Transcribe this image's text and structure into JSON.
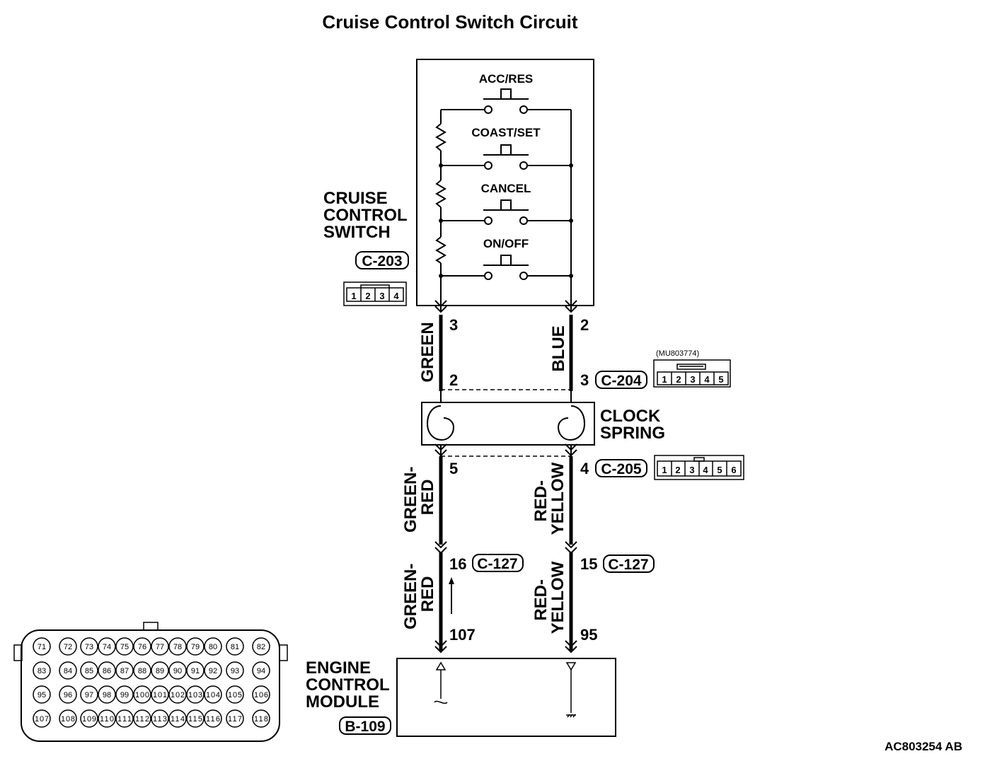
{
  "title": "Cruise Control Switch Circuit",
  "switch": {
    "name_lines": [
      "CRUISE",
      "CONTROL",
      "SWITCH"
    ],
    "connector": "C-203",
    "pins": [
      "1",
      "2",
      "3",
      "4"
    ],
    "buttons": [
      "ACC/RES",
      "COAST/SET",
      "CANCEL",
      "ON/OFF"
    ]
  },
  "wires": {
    "left_upper": "GREEN",
    "right_upper": "BLUE",
    "left_mid": [
      "GREEN-",
      "RED"
    ],
    "right_mid": [
      "RED-",
      "YELLOW"
    ],
    "left_lower": [
      "GREEN-",
      "RED"
    ],
    "right_lower": [
      "RED-",
      "YELLOW"
    ]
  },
  "pins": {
    "sw_left": "3",
    "sw_right": "2",
    "c204_left": "2",
    "c204_right": "3",
    "c205_left": "5",
    "c205_right": "4",
    "c127_left": "16",
    "c127_right": "15",
    "ecm_left": "107",
    "ecm_right": "95"
  },
  "connectors": {
    "c204": "C-204",
    "c204_part": "(MU803774)",
    "c204_pins": [
      "1",
      "2",
      "3",
      "4",
      "5"
    ],
    "c205": "C-205",
    "c205_pins": [
      "1",
      "2",
      "3",
      "4",
      "5",
      "6"
    ],
    "c127_left": "C-127",
    "c127_right": "C-127"
  },
  "clock_spring": [
    "CLOCK",
    "SPRING"
  ],
  "ecm": {
    "name_lines": [
      "ENGINE",
      "CONTROL",
      "MODULE"
    ],
    "connector": "B-109",
    "rows": [
      [
        "71",
        "72",
        "73",
        "74",
        "75",
        "76",
        "77",
        "78",
        "79",
        "80",
        "81",
        "82"
      ],
      [
        "83",
        "84",
        "85",
        "86",
        "87",
        "88",
        "89",
        "90",
        "91",
        "92",
        "93",
        "94"
      ],
      [
        "95",
        "96",
        "97",
        "98",
        "99",
        "100",
        "101",
        "102",
        "103",
        "104",
        "105",
        "106"
      ],
      [
        "107",
        "108",
        "109",
        "110",
        "111",
        "112",
        "113",
        "114",
        "115",
        "116",
        "117",
        "118"
      ]
    ]
  },
  "figure_code": "AC803254 AB"
}
